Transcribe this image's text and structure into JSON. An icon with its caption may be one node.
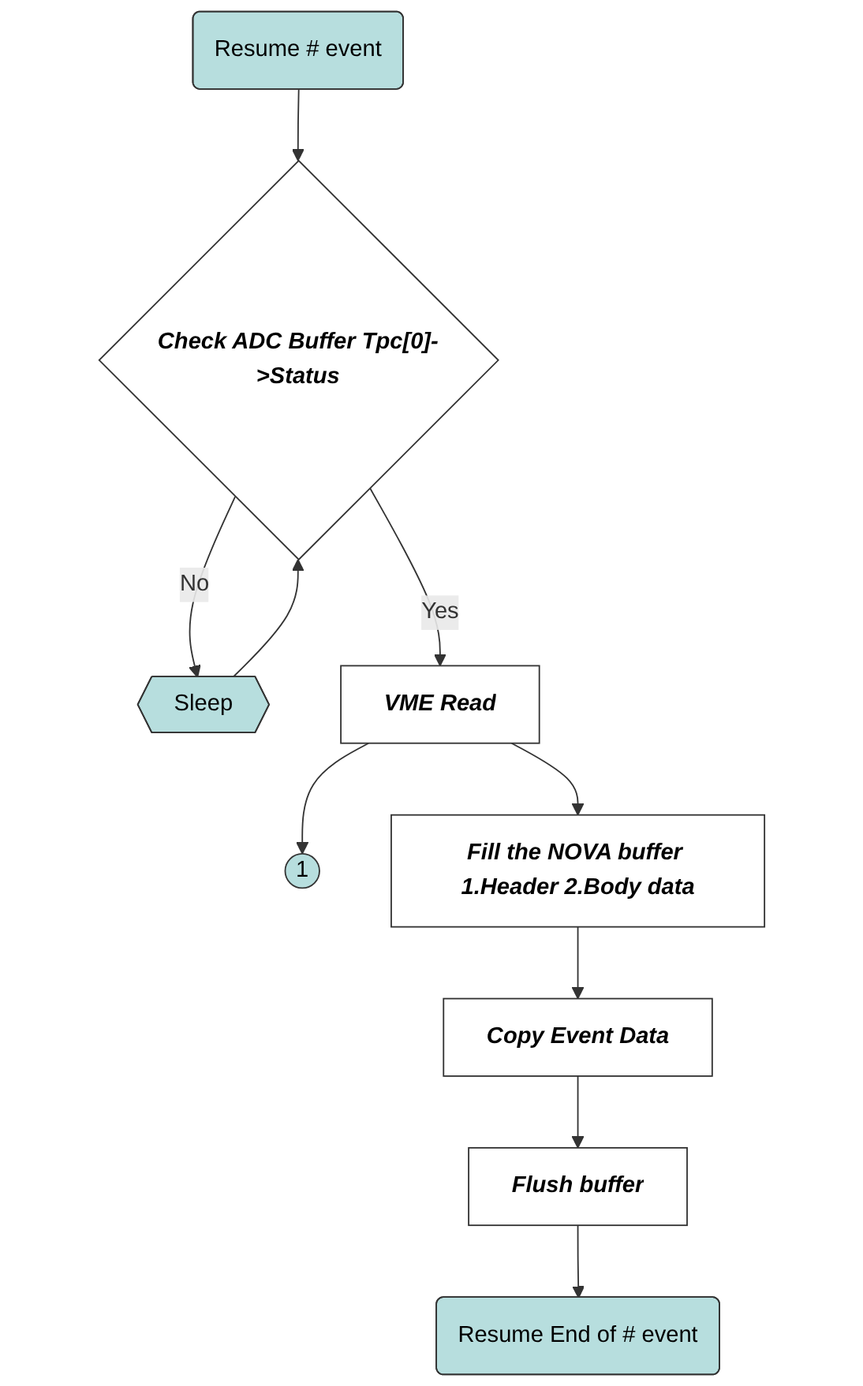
{
  "diagram": {
    "nodes": [
      {
        "text": [
          "Resume # event"
        ]
      },
      {
        "text": [
          "Check ADC Buffer Tpc[0]->Status"
        ]
      },
      {
        "text": [
          "Sleep"
        ]
      },
      {
        "text": [
          "VME Read"
        ]
      },
      {
        "text": [
          "1"
        ]
      },
      {
        "text": [
          "Fill the NOVA buffer 1.Header 2.Body data"
        ]
      },
      {
        "text": [
          "Copy Event Data"
        ]
      },
      {
        "text": [
          "Flush buffer"
        ]
      },
      {
        "text": [
          "Resume End of # event"
        ]
      }
    ],
    "edges": [
      {
        "from": 0,
        "to": 1,
        "arrow": "to"
      },
      {
        "from": 1,
        "to": 2,
        "label": "No",
        "arrow": "to"
      },
      {
        "from": 2,
        "to": 1,
        "arrow": "to"
      },
      {
        "from": 1,
        "to": 3,
        "label": "Yes",
        "arrow": "to"
      },
      {
        "from": 3,
        "to": 4,
        "arrow": "to"
      },
      {
        "from": 3,
        "to": 5,
        "arrow": "to"
      },
      {
        "from": 5,
        "to": 6,
        "arrow": "to"
      },
      {
        "from": 6,
        "to": 7,
        "arrow": "to"
      },
      {
        "from": 7,
        "to": 8,
        "arrow": "to"
      }
    ]
  }
}
